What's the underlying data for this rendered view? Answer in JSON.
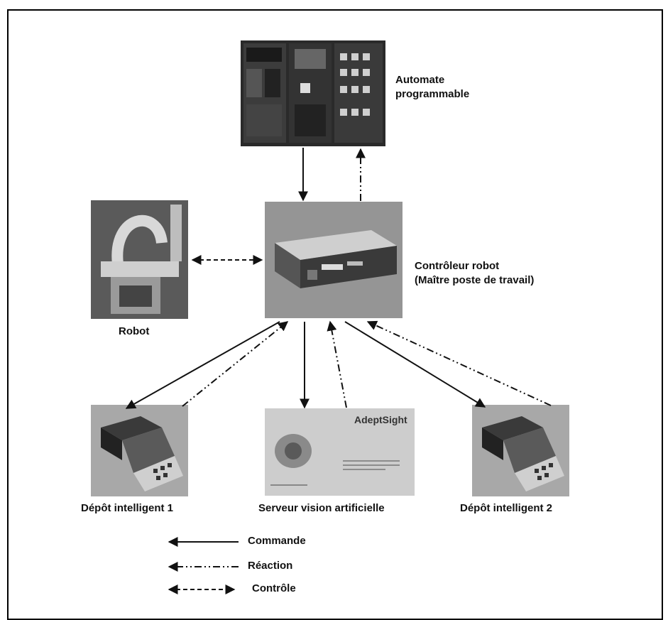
{
  "nodes": {
    "automate": {
      "line1": "Automate",
      "line2": "programmable"
    },
    "controleur": {
      "line1": "Contrôleur robot",
      "line2": "(Maître poste de travail)"
    },
    "robot": {
      "label": "Robot"
    },
    "depot1": {
      "label": "Dépôt intelligent 1"
    },
    "vision": {
      "label": "Serveur vision artificielle",
      "screen_title": "AdeptSight"
    },
    "depot2": {
      "label": "Dépôt intelligent 2"
    }
  },
  "legend": {
    "commande": "Commande",
    "reaction": "Réaction",
    "controle": "Contrôle"
  },
  "colors": {
    "line": "#111111",
    "frame": "#000000"
  }
}
